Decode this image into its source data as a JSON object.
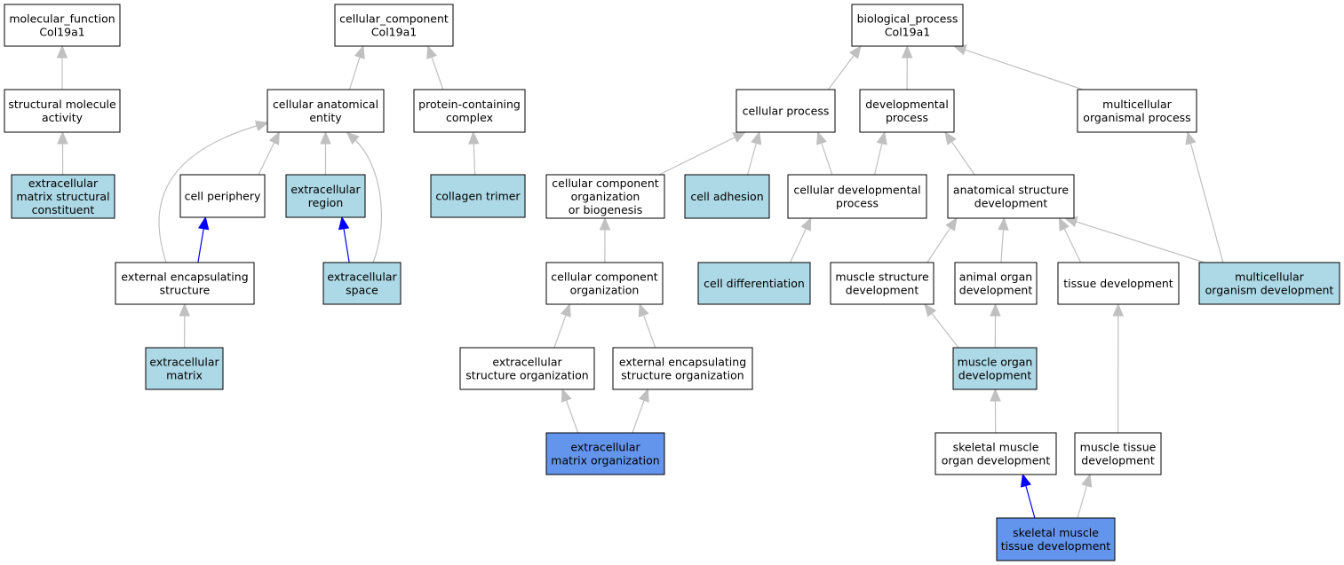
{
  "colors": {
    "background": "#ffffff",
    "default_node": "#ffffff",
    "annotated_node": "#add8e6",
    "selected_node": "#6495ed",
    "grey_edge": "#c0c0c0",
    "blue_edge": "#0000ff",
    "border": "#000000"
  },
  "nodes": [
    {
      "id": "mf_root",
      "lines": [
        "molecular_function",
        "Col19a1"
      ],
      "fill": "default"
    },
    {
      "id": "structural_molecule_activity",
      "lines": [
        "structural molecule",
        "activity"
      ],
      "fill": "default"
    },
    {
      "id": "ecm_structural_constituent",
      "lines": [
        "extracellular",
        "matrix structural",
        "constituent"
      ],
      "fill": "annotated"
    },
    {
      "id": "cc_root",
      "lines": [
        "cellular_component",
        "Col19a1"
      ],
      "fill": "default"
    },
    {
      "id": "cellular_anatomical_entity",
      "lines": [
        "cellular anatomical",
        "entity"
      ],
      "fill": "default"
    },
    {
      "id": "protein_containing_complex",
      "lines": [
        "protein-containing",
        "complex"
      ],
      "fill": "default"
    },
    {
      "id": "cell_periphery",
      "lines": [
        "cell periphery"
      ],
      "fill": "default"
    },
    {
      "id": "extracellular_region",
      "lines": [
        "extracellular",
        "region"
      ],
      "fill": "annotated"
    },
    {
      "id": "collagen_trimer",
      "lines": [
        "collagen trimer"
      ],
      "fill": "annotated"
    },
    {
      "id": "external_encapsulating_structure",
      "lines": [
        "external encapsulating",
        "structure"
      ],
      "fill": "default"
    },
    {
      "id": "extracellular_space",
      "lines": [
        "extracellular",
        "space"
      ],
      "fill": "annotated"
    },
    {
      "id": "extracellular_matrix",
      "lines": [
        "extracellular",
        "matrix"
      ],
      "fill": "annotated"
    },
    {
      "id": "bp_root",
      "lines": [
        "biological_process",
        "Col19a1"
      ],
      "fill": "default"
    },
    {
      "id": "cellular_process",
      "lines": [
        "cellular process"
      ],
      "fill": "default"
    },
    {
      "id": "developmental_process",
      "lines": [
        "developmental",
        "process"
      ],
      "fill": "default"
    },
    {
      "id": "multicellular_organismal_process",
      "lines": [
        "multicellular",
        "organismal process"
      ],
      "fill": "default"
    },
    {
      "id": "cc_org_or_biogenesis",
      "lines": [
        "cellular component",
        "organization",
        "or biogenesis"
      ],
      "fill": "default"
    },
    {
      "id": "cell_adhesion",
      "lines": [
        "cell adhesion"
      ],
      "fill": "annotated"
    },
    {
      "id": "cellular_developmental_process",
      "lines": [
        "cellular developmental",
        "process"
      ],
      "fill": "default"
    },
    {
      "id": "anatomical_structure_development",
      "lines": [
        "anatomical structure",
        "development"
      ],
      "fill": "default"
    },
    {
      "id": "cc_organization",
      "lines": [
        "cellular component",
        "organization"
      ],
      "fill": "default"
    },
    {
      "id": "cell_differentiation",
      "lines": [
        "cell differentiation"
      ],
      "fill": "annotated"
    },
    {
      "id": "muscle_structure_development",
      "lines": [
        "muscle structure",
        "development"
      ],
      "fill": "default"
    },
    {
      "id": "animal_organ_development",
      "lines": [
        "animal organ",
        "development"
      ],
      "fill": "default"
    },
    {
      "id": "tissue_development",
      "lines": [
        "tissue development"
      ],
      "fill": "default"
    },
    {
      "id": "multicellular_organism_development",
      "lines": [
        "multicellular",
        "organism development"
      ],
      "fill": "annotated"
    },
    {
      "id": "extracellular_structure_organization",
      "lines": [
        "extracellular",
        "structure organization"
      ],
      "fill": "default"
    },
    {
      "id": "external_encapsulating_structure_organization",
      "lines": [
        "external encapsulating",
        "structure organization"
      ],
      "fill": "default"
    },
    {
      "id": "muscle_organ_development",
      "lines": [
        "muscle organ",
        "development"
      ],
      "fill": "annotated"
    },
    {
      "id": "ecm_organization",
      "lines": [
        "extracellular",
        "matrix organization"
      ],
      "fill": "selected"
    },
    {
      "id": "skeletal_muscle_organ_development",
      "lines": [
        "skeletal muscle",
        "organ development"
      ],
      "fill": "default"
    },
    {
      "id": "muscle_tissue_development",
      "lines": [
        "muscle tissue",
        "development"
      ],
      "fill": "default"
    },
    {
      "id": "skeletal_muscle_tissue_development",
      "lines": [
        "skeletal muscle",
        "tissue development"
      ],
      "fill": "selected"
    }
  ],
  "edges": [
    {
      "from": "structural_molecule_activity",
      "to": "mf_root",
      "color": "grey"
    },
    {
      "from": "ecm_structural_constituent",
      "to": "structural_molecule_activity",
      "color": "grey"
    },
    {
      "from": "cellular_anatomical_entity",
      "to": "cc_root",
      "color": "grey"
    },
    {
      "from": "protein_containing_complex",
      "to": "cc_root",
      "color": "grey"
    },
    {
      "from": "cell_periphery",
      "to": "cellular_anatomical_entity",
      "color": "grey"
    },
    {
      "from": "extracellular_region",
      "to": "cellular_anatomical_entity",
      "color": "grey"
    },
    {
      "from": "external_encapsulating_structure",
      "to": "cellular_anatomical_entity",
      "color": "grey"
    },
    {
      "from": "extracellular_space",
      "to": "cellular_anatomical_entity",
      "color": "grey"
    },
    {
      "from": "collagen_trimer",
      "to": "protein_containing_complex",
      "color": "grey"
    },
    {
      "from": "external_encapsulating_structure",
      "to": "cell_periphery",
      "color": "blue"
    },
    {
      "from": "extracellular_space",
      "to": "extracellular_region",
      "color": "blue"
    },
    {
      "from": "extracellular_matrix",
      "to": "external_encapsulating_structure",
      "color": "grey"
    },
    {
      "from": "cellular_process",
      "to": "bp_root",
      "color": "grey"
    },
    {
      "from": "developmental_process",
      "to": "bp_root",
      "color": "grey"
    },
    {
      "from": "multicellular_organismal_process",
      "to": "bp_root",
      "color": "grey"
    },
    {
      "from": "cc_org_or_biogenesis",
      "to": "cellular_process",
      "color": "grey"
    },
    {
      "from": "cell_adhesion",
      "to": "cellular_process",
      "color": "grey"
    },
    {
      "from": "cellular_developmental_process",
      "to": "cellular_process",
      "color": "grey"
    },
    {
      "from": "cellular_developmental_process",
      "to": "developmental_process",
      "color": "grey"
    },
    {
      "from": "anatomical_structure_development",
      "to": "developmental_process",
      "color": "grey"
    },
    {
      "from": "cc_organization",
      "to": "cc_org_or_biogenesis",
      "color": "grey"
    },
    {
      "from": "cell_differentiation",
      "to": "cellular_developmental_process",
      "color": "grey"
    },
    {
      "from": "muscle_structure_development",
      "to": "anatomical_structure_development",
      "color": "grey"
    },
    {
      "from": "animal_organ_development",
      "to": "anatomical_structure_development",
      "color": "grey"
    },
    {
      "from": "tissue_development",
      "to": "anatomical_structure_development",
      "color": "grey"
    },
    {
      "from": "multicellular_organism_development",
      "to": "anatomical_structure_development",
      "color": "grey"
    },
    {
      "from": "multicellular_organism_development",
      "to": "multicellular_organismal_process",
      "color": "grey"
    },
    {
      "from": "extracellular_structure_organization",
      "to": "cc_organization",
      "color": "grey"
    },
    {
      "from": "external_encapsulating_structure_organization",
      "to": "cc_organization",
      "color": "grey"
    },
    {
      "from": "ecm_organization",
      "to": "extracellular_structure_organization",
      "color": "grey"
    },
    {
      "from": "ecm_organization",
      "to": "external_encapsulating_structure_organization",
      "color": "grey"
    },
    {
      "from": "muscle_organ_development",
      "to": "muscle_structure_development",
      "color": "grey"
    },
    {
      "from": "muscle_organ_development",
      "to": "animal_organ_development",
      "color": "grey"
    },
    {
      "from": "skeletal_muscle_organ_development",
      "to": "muscle_organ_development",
      "color": "grey"
    },
    {
      "from": "muscle_tissue_development",
      "to": "tissue_development",
      "color": "grey"
    },
    {
      "from": "skeletal_muscle_tissue_development",
      "to": "skeletal_muscle_organ_development",
      "color": "blue"
    },
    {
      "from": "skeletal_muscle_tissue_development",
      "to": "muscle_tissue_development",
      "color": "grey"
    }
  ]
}
